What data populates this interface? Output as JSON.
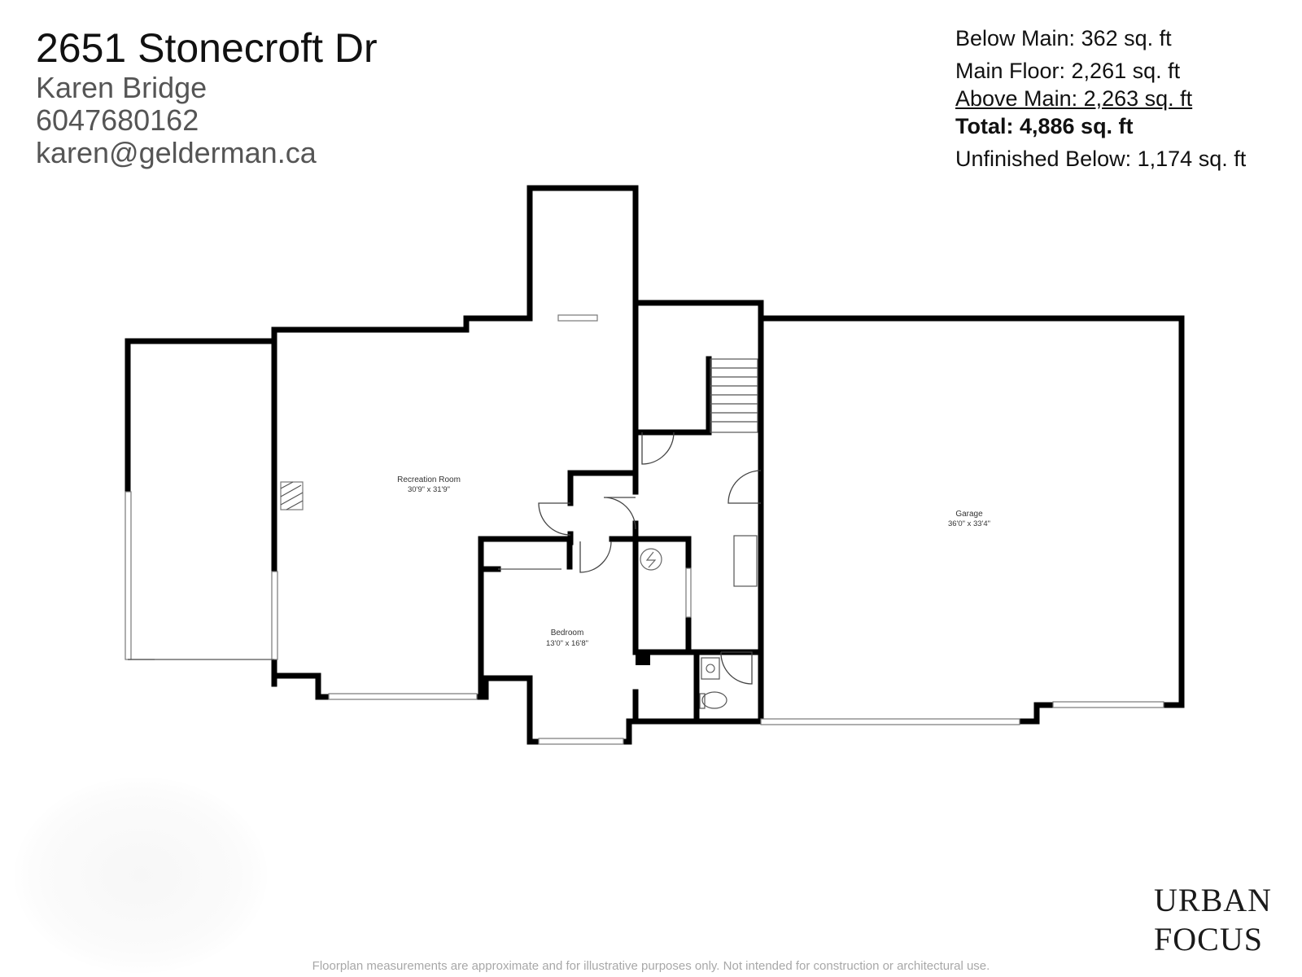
{
  "header": {
    "address": "2651 Stonecroft Dr",
    "agent": "Karen Bridge",
    "phone": "6047680162",
    "email": "karen@gelderman.ca"
  },
  "areas": [
    {
      "label": "Below Main:  362 sq. ft",
      "style": "normal"
    },
    {
      "label": "Main Floor: 2,261 sq. ft",
      "style": "normal"
    },
    {
      "label": "Above Main: 2,263 sq. ft",
      "style": "underline"
    },
    {
      "label": "Total: 4,886  sq. ft",
      "style": "bold"
    },
    {
      "label": "Unfinished Below: 1,174 sq. ft",
      "style": "normal"
    }
  ],
  "rooms": [
    {
      "name": "Recreation Room",
      "dims": "30'9\" x 31'9\""
    },
    {
      "name": "Bedroom",
      "dims": "13'0\" x 16'8\""
    },
    {
      "name": "Garage",
      "dims": "36'0\" x 33'4\""
    }
  ],
  "brand": {
    "line1": "URBAN",
    "line2": "FOCUS"
  },
  "disclaimer": "Floorplan measurements are approximate and for illustrative purposes only. Not intended for construction or architectural use."
}
